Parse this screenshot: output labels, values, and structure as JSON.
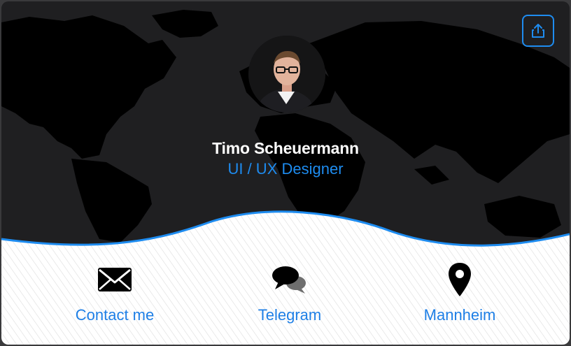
{
  "profile": {
    "name": "Timo Scheuermann",
    "role": "UI / UX Designer"
  },
  "share": {
    "icon": "share-icon"
  },
  "actions": [
    {
      "label": "Contact me",
      "icon": "envelope-icon"
    },
    {
      "label": "Telegram",
      "icon": "chat-bubbles-icon"
    },
    {
      "label": "Mannheim",
      "icon": "map-pin-icon"
    }
  ],
  "colors": {
    "accent": "#1e8cf0",
    "hero_background": "#1f1f21",
    "map": "#000000",
    "bottom_background": "#ffffff"
  }
}
